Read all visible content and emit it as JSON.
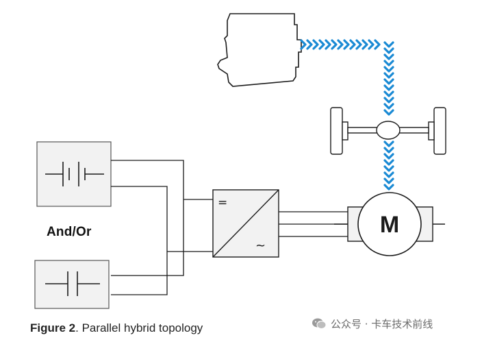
{
  "labels": {
    "motor": "M",
    "and_or": "And/Or",
    "dc_symbol": "=",
    "ac_symbol": "~"
  },
  "caption": {
    "label": "Figure 2",
    "text": ". Parallel hybrid topology"
  },
  "watermark": {
    "text": "公众号 · 卡车技术前线",
    "icon": "wechat-icon"
  },
  "colors": {
    "mechanical_link": "#1a8ad4",
    "line": "#1a1a1a",
    "box_fill": "#f2f2f2"
  }
}
